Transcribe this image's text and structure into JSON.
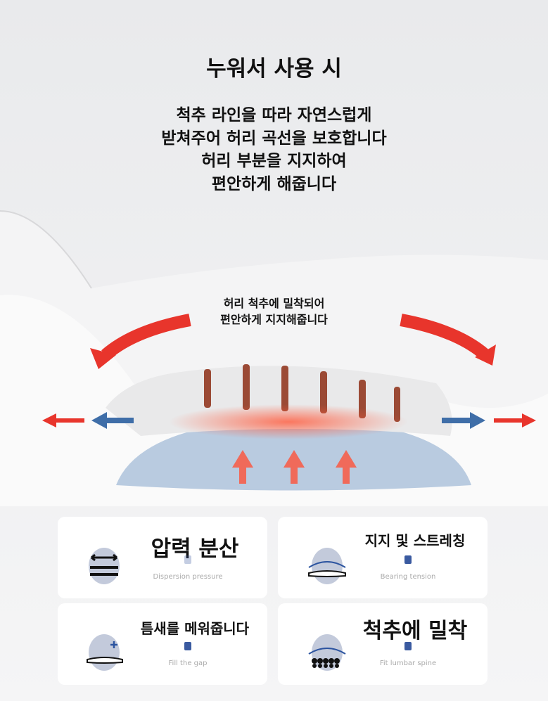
{
  "header": {
    "title": "누워서 사용 시",
    "lines": [
      "척추 라인을 따라 자연스럽게",
      "받쳐주어 허리 곡선을 보호합니다",
      "허리 부분을 지지하여",
      "편안하게 해줍니다"
    ]
  },
  "illustration": {
    "caption_lines": [
      "허리 척추에 밀착되어",
      "편안하게 지지해줍니다"
    ],
    "colors": {
      "red": "#e8352c",
      "blue": "#3f6ea8",
      "pillow": "#b9cbe0"
    }
  },
  "features": [
    {
      "title": "압력 분산",
      "subtitle": "Dispersion pressure",
      "icon": "arrows-spread-icon"
    },
    {
      "title": "지지 및 스트레칭",
      "subtitle": "Bearing tension",
      "icon": "support-stretch-icon"
    },
    {
      "title": "틈새를 메워줍니다",
      "subtitle": "Fill the gap",
      "icon": "fill-gap-icon"
    },
    {
      "title": "척추에 밀착",
      "subtitle": "Fit lumbar spine",
      "icon": "fit-spine-icon"
    }
  ]
}
